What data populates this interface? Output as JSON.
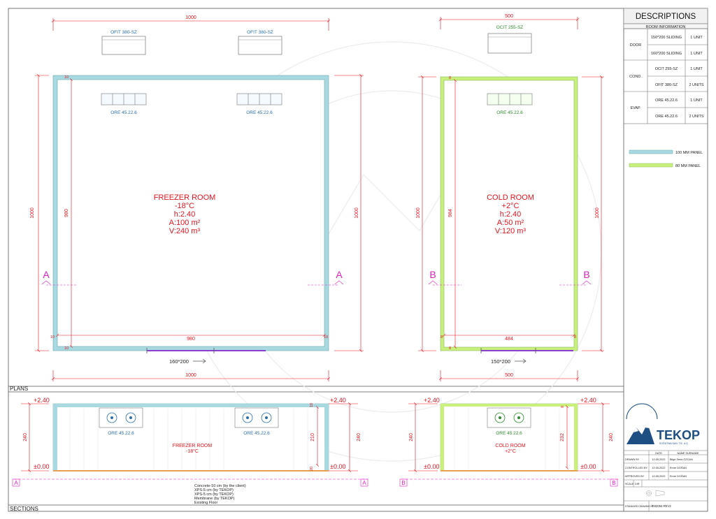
{
  "plans": {
    "label": "PLANS",
    "freezer": {
      "top_dim": "1000",
      "bottom_dim": "1000",
      "left_dim": "1000",
      "right_dim": "1000",
      "inner_left_dim": "980",
      "inner_bottom_dim": "980",
      "wall_ticks": [
        "10",
        "10",
        "10",
        "10"
      ],
      "condensers": [
        "OFIT 380-SZ",
        "OFIT 380-SZ"
      ],
      "evaporators": [
        "ORE 45.22.6",
        "ORE 45.22.6"
      ],
      "name": "FREEZER ROOM",
      "temp": "-18°C",
      "height": "h:2.40",
      "area": "A:100 m²",
      "volume": "V:240 m³",
      "door": "160*200",
      "section_mark": "A"
    },
    "cold": {
      "top_dim": "500",
      "bottom_dim": "500",
      "left_dim": "1000",
      "right_dim": "1000",
      "inner_left_dim": "984",
      "inner_bottom_dim": "484",
      "wall_ticks": [
        "8",
        "8",
        "8",
        "8"
      ],
      "condenser": "OCIT 255-SZ",
      "evaporator": "ORE 45.22.6",
      "name": "COLD ROOM",
      "temp": "+2°C",
      "height": "h:2.40",
      "area": "A:50 m²",
      "volume": "V:120 m³",
      "door": "150*200",
      "section_mark": "B"
    }
  },
  "sections": {
    "label": "SECTIONS",
    "freezer": {
      "top_level": "+2.40",
      "floor_level": "±0.00",
      "left_dim": "240",
      "right_dim": "240",
      "inner_dim": "210",
      "top_tick": "10",
      "bottom_tick": "20",
      "evaporators": [
        "ORE 45.22.6",
        "ORE 45.22.6"
      ],
      "name": "FREEZER ROOM",
      "temp": "-18°C",
      "mark": "A"
    },
    "cold": {
      "top_level": "+2.40",
      "floor_level": "±0.00",
      "left_dim": "240",
      "right_dim": "240",
      "inner_dim": "232",
      "top_tick": "8",
      "evaporator": "ORE 45.22.6",
      "name": "COLD ROOM",
      "temp": "+2°C",
      "mark": "B"
    },
    "floor_layers": [
      "Concrete-10 cm (by the client)",
      "XPS-5 cm (by TEKOP)",
      "XPS-5 cm (by TEKOP)",
      "Membrane (by TEKOP)",
      "Existing Floor"
    ]
  },
  "panel": {
    "title": "DESCRIPTIONS",
    "room_info": "ROOM INFORMATION",
    "rows": [
      {
        "group": "DOOR",
        "items": [
          {
            "name": "150*200 SLIDING",
            "qty": "1 UNIT"
          },
          {
            "name": "160*200 SLIDING",
            "qty": "1 UNIT"
          }
        ]
      },
      {
        "group": "COND.",
        "items": [
          {
            "name": "OCIT 255-SZ",
            "qty": "1 UNIT"
          },
          {
            "name": "OFIT 380-SZ",
            "qty": "2 UNITS"
          }
        ]
      },
      {
        "group": "EVAP.",
        "items": [
          {
            "name": "ORE 45.22.6",
            "qty": "1 UNIT"
          },
          {
            "name": "ORE 45.22.6",
            "qty": "2 UNITS"
          }
        ]
      }
    ],
    "legend": [
      {
        "label": "100 MM PANEL",
        "color": "#a8d8e0"
      },
      {
        "label": "80 MM PANEL",
        "color": "#c8f07a"
      }
    ],
    "logo_text": "TEKOP",
    "logo_sub": "SOĞUTMA SAN. TİC. A.Ş.",
    "titleblock": {
      "header": [
        "",
        "DATE",
        "NAME SURNAME"
      ],
      "rows": [
        [
          "DRAWN BY",
          "10.05.2022",
          "Bilge Sena ÖZCAN"
        ],
        [
          "CONTROLLED BY",
          "10.05.2022",
          "Emre DOĞAN"
        ],
        [
          "APPROVED BY",
          "10.05.2022",
          "Emre DOĞAN"
        ]
      ],
      "scale_label": "SCALE",
      "scale_value": "DIR",
      "number_label": "STANDARD DRAWING NO",
      "number_value": "T-02054-REV2"
    }
  },
  "colors": {
    "dim_red": "#e4141e",
    "label_blue": "#2b6ea7",
    "label_green": "#2f8a2f",
    "section_magenta": "#e020c0",
    "door_purple": "#8a3fd0",
    "panel_100": "#a8d8e0",
    "panel_80": "#c8f07a",
    "frame": "#555555"
  },
  "icons": [
    "door-arrow-icon",
    "fan-icon",
    "section-marker-icon",
    "tekop-mountain-logo-icon"
  ]
}
